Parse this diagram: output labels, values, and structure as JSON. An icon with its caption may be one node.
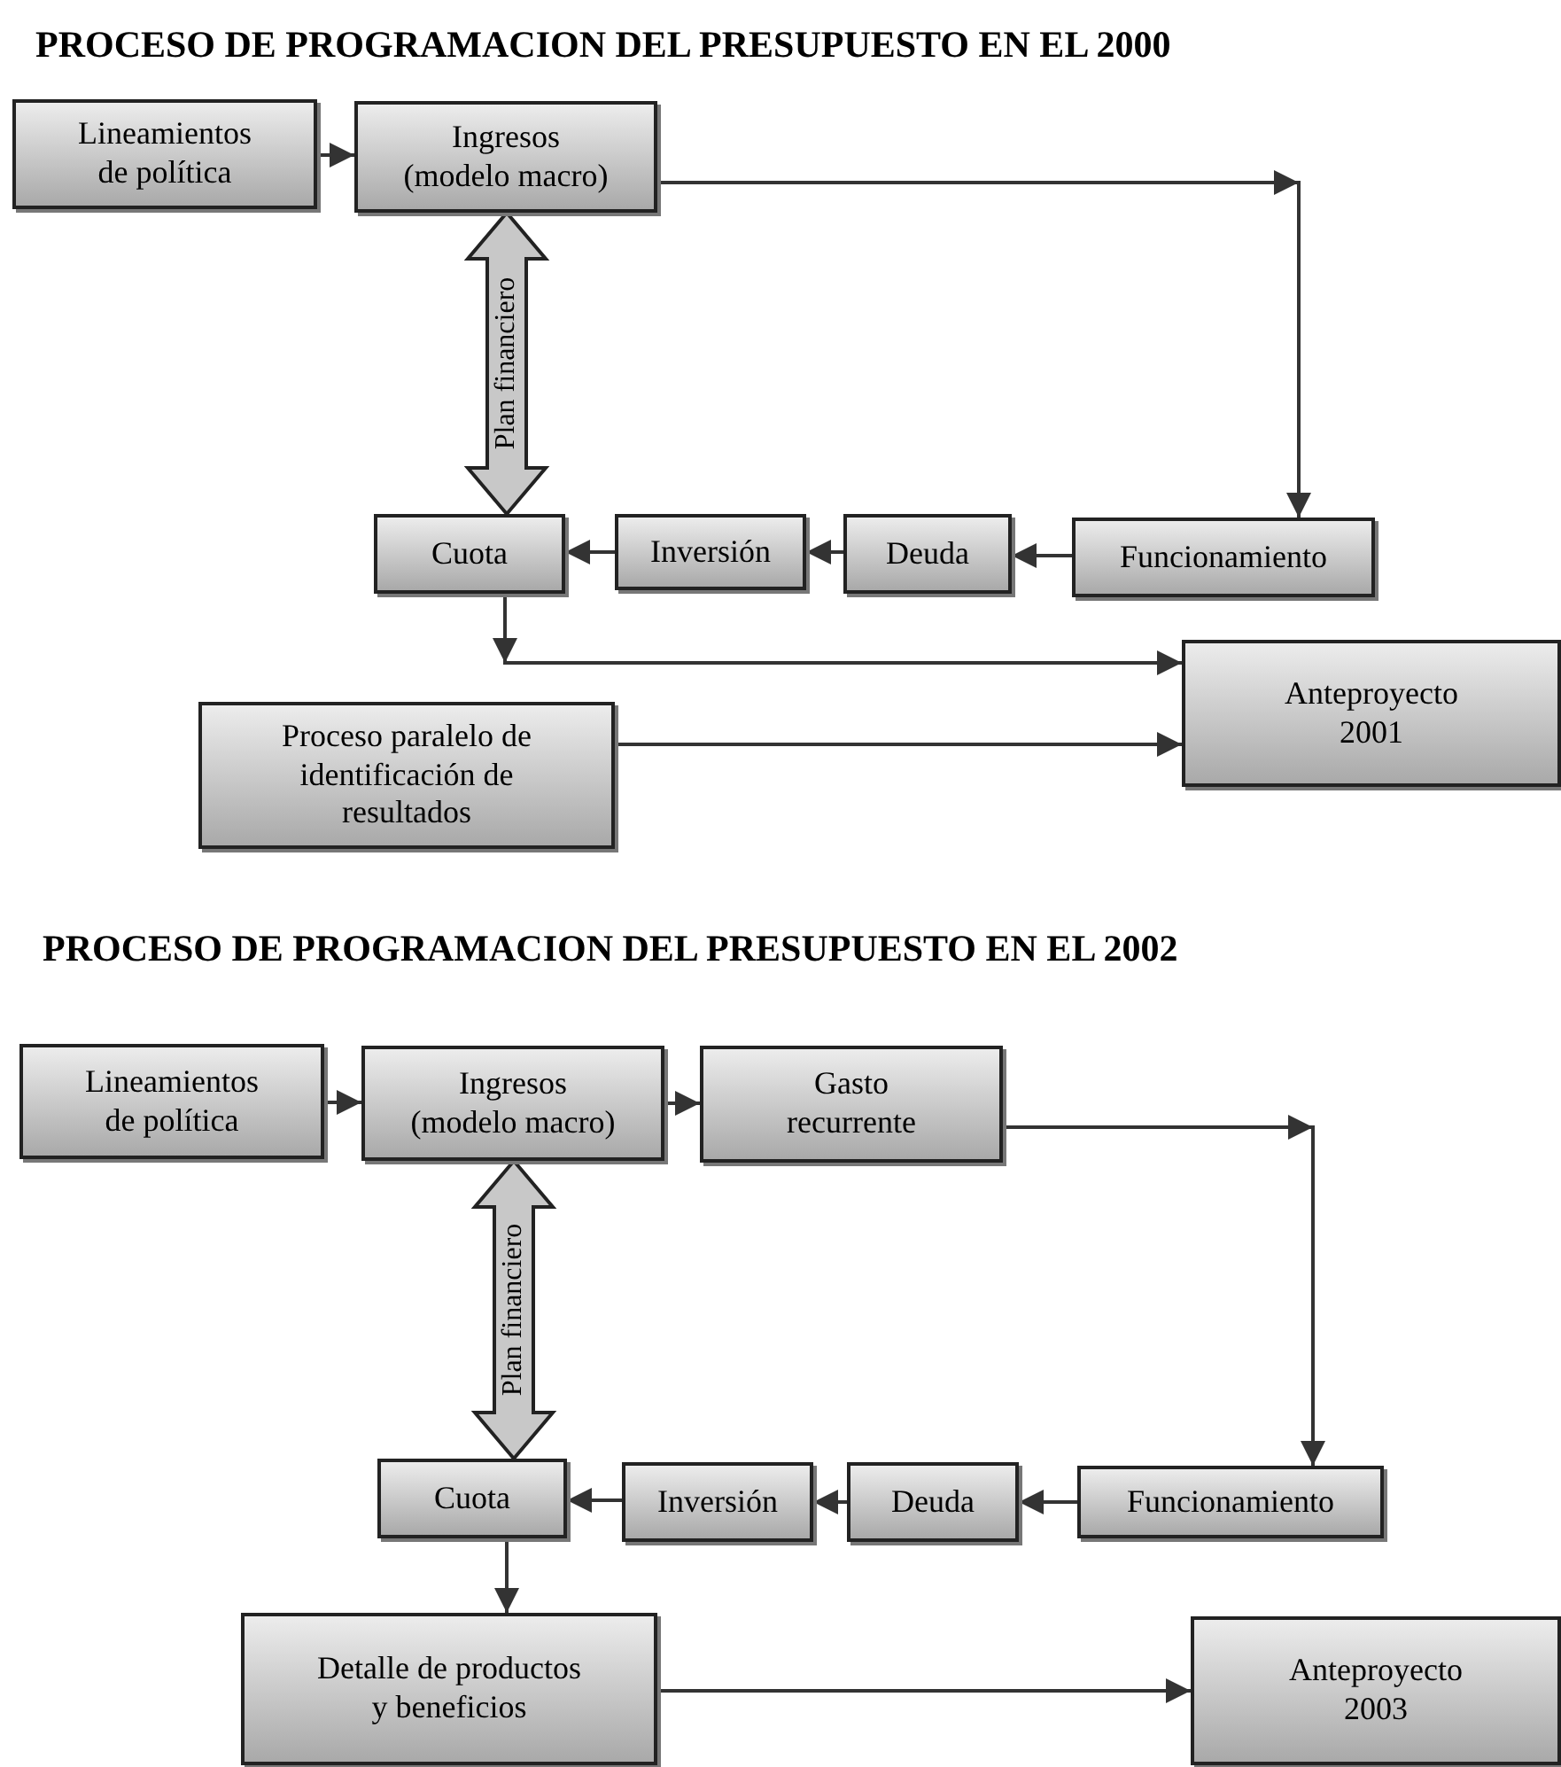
{
  "diagram": {
    "title": "PROCESO DE PROGRAMACION DEL PRESUPUESTO EN EL 2000",
    "nodes": [
      {
        "text": [
          "Lineamientos de política"
        ]
      },
      {
        "text": [
          "Ingresos (modelo macro)"
        ]
      },
      {
        "text": [
          "Cuota"
        ]
      },
      {
        "text": [
          "Inversión"
        ]
      },
      {
        "text": [
          "Deuda"
        ]
      },
      {
        "text": [
          "Funcionamiento"
        ]
      },
      {
        "text": [
          "Anteproyecto 2001"
        ]
      },
      {
        "text": [
          "Proceso paralelo de identificación de resultados"
        ]
      },
      {
        "text": [
          "Lineamientos de política"
        ]
      },
      {
        "text": [
          "Ingresos (modelo macro)"
        ]
      },
      {
        "text": [
          "Gasto recurrente"
        ]
      },
      {
        "text": [
          "Cuota"
        ]
      },
      {
        "text": [
          "Inversión"
        ]
      },
      {
        "text": [
          "Deuda"
        ]
      },
      {
        "text": [
          "Funcionamiento"
        ]
      },
      {
        "text": [
          "Detalle de productos y beneficios"
        ]
      },
      {
        "text": [
          "Anteproyecto 2003"
        ]
      }
    ],
    "edges": [
      {
        "from": 0,
        "to": 1,
        "arrow": "to"
      },
      {
        "from": 1,
        "to": 5,
        "arrow": "to"
      },
      {
        "from": 1,
        "to": 2,
        "arrow": "both",
        "style": "thick",
        "label": "Plan financiero"
      },
      {
        "from": 5,
        "to": 4,
        "arrow": "to"
      },
      {
        "from": 4,
        "to": 3,
        "arrow": "to"
      },
      {
        "from": 3,
        "to": 2,
        "arrow": "to"
      },
      {
        "from": 2,
        "to": 6,
        "arrow": "to"
      },
      {
        "from": 7,
        "to": 6,
        "arrow": "to"
      },
      {
        "from": 8,
        "to": 9,
        "arrow": "to"
      },
      {
        "from": 9,
        "to": 10,
        "arrow": "to"
      },
      {
        "from": 10,
        "to": 14,
        "arrow": "to"
      },
      {
        "from": 9,
        "to": 11,
        "arrow": "both",
        "style": "thick",
        "label": "Plan financiero"
      },
      {
        "from": 14,
        "to": 13,
        "arrow": "to"
      },
      {
        "from": 13,
        "to": 12,
        "arrow": "to"
      },
      {
        "from": 12,
        "to": 11,
        "arrow": "to"
      },
      {
        "from": 11,
        "to": 15,
        "arrow": "to"
      },
      {
        "from": 15,
        "to": 16,
        "arrow": "to"
      }
    ],
    "labels": [
      "PROCESO DE PROGRAMACION DEL PRESUPUESTO EN EL 2002"
    ]
  }
}
